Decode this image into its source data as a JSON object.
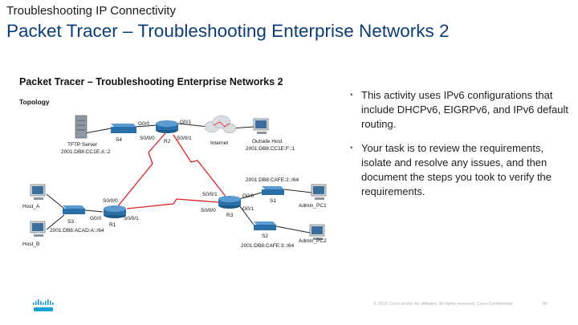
{
  "header": {
    "section_title": "Troubleshooting IP Connectivity",
    "slide_title": "Packet Tracer – Troubleshooting Enterprise Networks 2"
  },
  "figure": {
    "title": "Packet Tracer – Troubleshooting Enterprise Networks 2",
    "subtitle": "Topology",
    "labels": {
      "tftp": "TFTP Server",
      "tftp_addr": "2001:DB8:CC1E:A::2",
      "s4": "S4",
      "r2": "R2",
      "r2_g00": "G0/0",
      "r2_g01": "G0/1",
      "r2_s000": "S0/0/0",
      "r2_s001": "S0/0/1",
      "internet": "Internet",
      "outside_host": "Outside Host",
      "outside_addr": "2001:DB8:CC1E:F::1",
      "cafe2": "2001:DB8:CAFE:2::/64",
      "r3": "R3",
      "r3_s001": "S0/0/1",
      "r3_s000": "S0/0/0",
      "r3_g00": "G0/0",
      "r3_g01": "G0/1",
      "s1": "S1",
      "s2": "S2",
      "admin_pc1": "Admin_PC1",
      "admin_pc2": "Admin_PC2",
      "cafe3": "2001:DB8:CAFE:3::/64",
      "r1": "R1",
      "r1_s000": "S0/0/0",
      "r1_g00": "G0/0",
      "r1_s001": "S0/0/1",
      "s3": "S3",
      "host_a": "Host_A",
      "host_b": "Host_B",
      "acad": "2001:DB8:ACAD:A::/64"
    }
  },
  "bullets": [
    "This activity uses IPv6 configurations that include DHCPv6, EIGRPv6, and IPv6 default routing.",
    "Your task is to review the requirements, isolate and resolve any issues, and then document the steps you took to verify the requirements."
  ],
  "footer": {
    "copyright": "© 2016  Cisco and/or its affiliates. All rights reserved.   Cisco Confidential",
    "page": "66"
  },
  "colors": {
    "title_blue": "#0a3d7a",
    "serial_red": "#e02020",
    "device_blue": "#2a6fa8"
  }
}
